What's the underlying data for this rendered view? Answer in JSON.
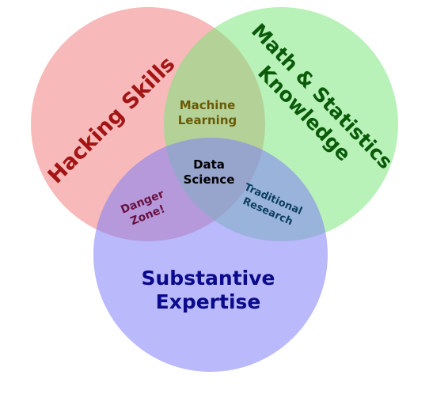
{
  "circles": {
    "hacking": {
      "label": "Hacking Skills",
      "fill": "#f08080",
      "text_color": "#a31515"
    },
    "math": {
      "label_line1": "Math & Statistics",
      "label_line2": "Knowledge",
      "fill": "#7de87d",
      "text_color": "#0a5a0a"
    },
    "expertise": {
      "label_line1": "Substantive",
      "label_line2": "Expertise",
      "fill": "#8080f8",
      "text_color": "#0a0a8a"
    }
  },
  "regions": {
    "machine_learning": {
      "line1": "Machine",
      "line2": "Learning",
      "text_color": "#6b5a05"
    },
    "danger_zone": {
      "line1": "Danger",
      "line2": "Zone!",
      "text_color": "#6a1040"
    },
    "traditional_research": {
      "line1": "Traditional",
      "line2": "Research",
      "text_color": "#0d3f5f"
    },
    "data_science": {
      "line1": "Data",
      "line2": "Science",
      "text_color": "#000000"
    }
  }
}
